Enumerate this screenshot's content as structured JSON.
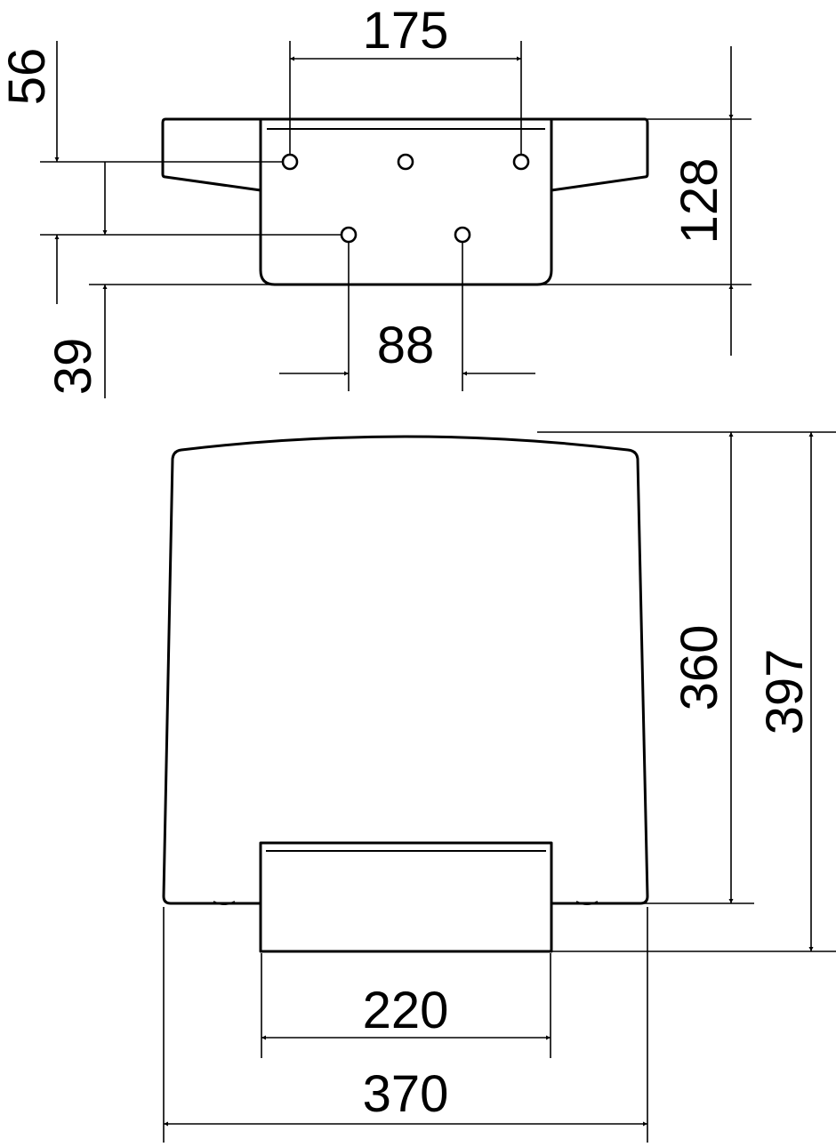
{
  "colors": {
    "line": "#000000",
    "background": "#ffffff"
  },
  "dimensions": {
    "hole_spacing_top": "175",
    "top_offset": "56",
    "depth": "128",
    "lower_offset": "39",
    "hole_spacing_bottom": "88",
    "seat_height": "360",
    "overall_height": "397",
    "bracket_width": "220",
    "seat_width": "370"
  }
}
